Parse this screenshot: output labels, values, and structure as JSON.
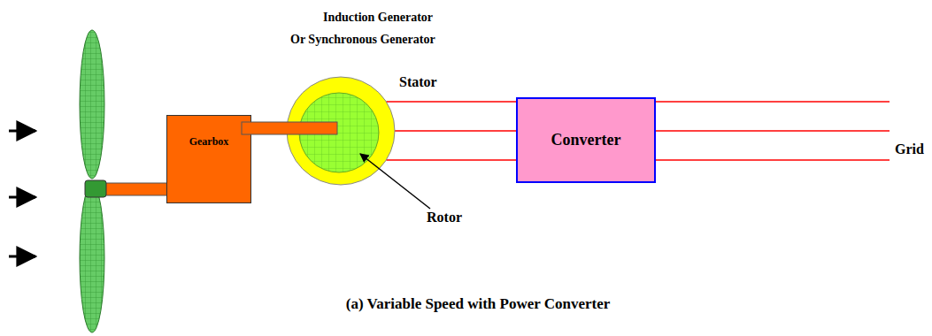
{
  "diagram": {
    "caption": "(a) Variable Speed with Power Converter",
    "nodes": [
      {
        "text": [
          "Gearbox"
        ]
      },
      {
        "text": [
          "Stator"
        ]
      },
      {
        "text": [
          "Converter"
        ]
      }
    ],
    "edges": [
      {
        "from": 1,
        "to": 2,
        "arrow": "none"
      }
    ],
    "labels": [
      "Induction Generator",
      "Or Synchronous Generator",
      "Rotor",
      "Grid"
    ]
  }
}
